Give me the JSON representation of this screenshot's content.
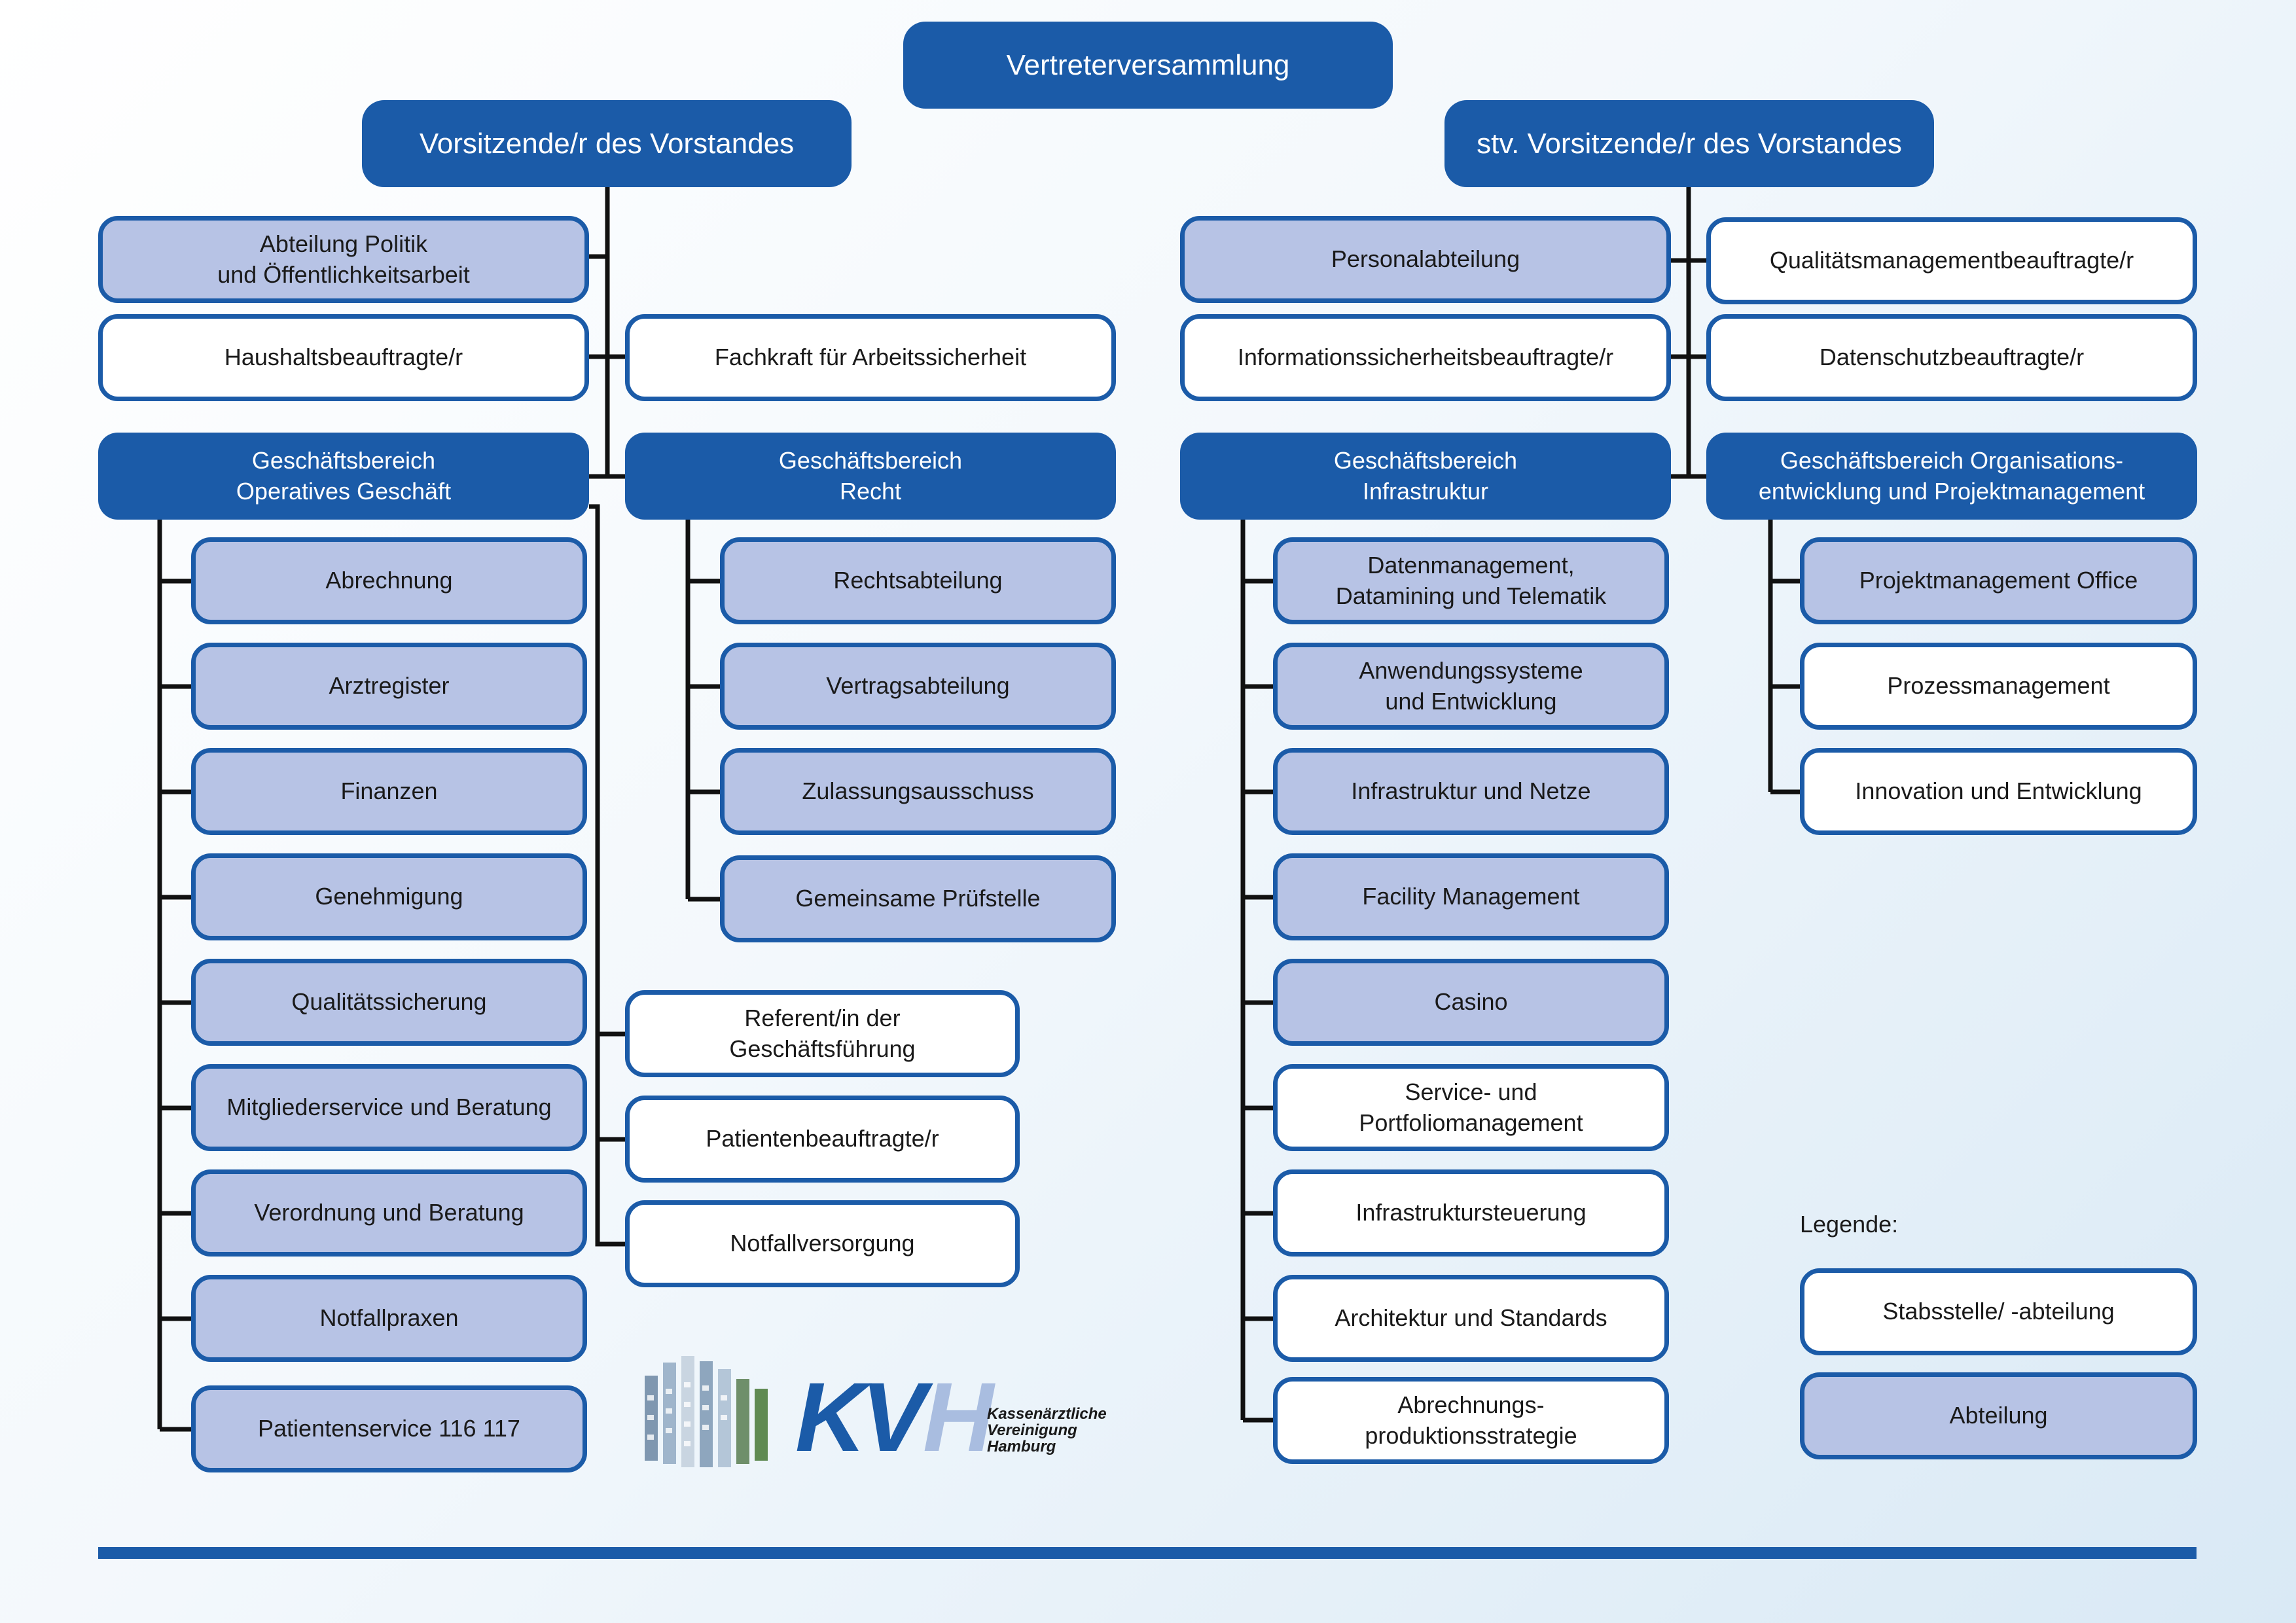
{
  "top": {
    "assembly": "Vertreterversammlung",
    "chair": "Vorsitzende/r des Vorstandes",
    "vice_chair": "stv. Vorsitzende/r des Vorstandes"
  },
  "chair_staff": {
    "politics": "Abteilung Politik\nund Öffentlichkeitsarbeit",
    "budget": "Haushaltsbeauftragte/r",
    "safety": "Fachkraft für Arbeitssicherheit"
  },
  "operations": {
    "title": "Geschäftsbereich\nOperatives Geschäft",
    "departments": [
      "Abrechnung",
      "Arztregister",
      "Finanzen",
      "Genehmigung",
      "Qualitätssicherung",
      "Mitgliederservice und Beratung",
      "Verordnung und Beratung",
      "Notfallpraxen",
      "Patientenservice 116 117"
    ],
    "staff": [
      "Referent/in der\nGeschäftsführung",
      "Patientenbeauftragte/r",
      "Notfallversorgung"
    ]
  },
  "law": {
    "title": "Geschäftsbereich\nRecht",
    "departments": [
      "Rechtsabteilung",
      "Vertragsabteilung",
      "Zulassungsausschuss",
      "Gemeinsame Prüfstelle"
    ]
  },
  "vice_staff": {
    "personnel": "Personalabteilung",
    "infosec": "Informationssicherheitsbeauftragte/r",
    "quality": "Qualitätsmanagementbeauftragte/r",
    "privacy": "Datenschutzbeauftragte/r"
  },
  "infrastructure": {
    "title": "Geschäftsbereich\nInfrastruktur",
    "departments": [
      "Datenmanagement,\nDatamining und Telematik",
      "Anwendungssysteme\nund Entwicklung",
      "Infrastruktur und Netze",
      "Facility Management",
      "Casino"
    ],
    "staff": [
      "Service- und\nPortfoliomanagement",
      "Infrastruktursteuerung",
      "Architektur und Standards",
      "Abrechnungs-\nproduktionsstrategie"
    ]
  },
  "orgdev": {
    "title": "Geschäftsbereich Organisations-\nentwicklung und Projektmanagement",
    "departments": [
      "Projektmanagement Office"
    ],
    "staff": [
      "Prozessmanagement",
      "Innovation und Entwicklung"
    ]
  },
  "legend": {
    "title": "Legende:",
    "staff": "Stabsstelle/ -abteilung",
    "department": "Abteilung"
  },
  "logo": {
    "mark": "KVH",
    "line1": "Kassenärztliche",
    "line2": "Vereinigung",
    "line3": "Hamburg"
  },
  "colors": {
    "primary": "#1b5ba8",
    "department_fill": "#b7c3e5",
    "staff_fill": "#ffffff",
    "connector": "#111111"
  }
}
